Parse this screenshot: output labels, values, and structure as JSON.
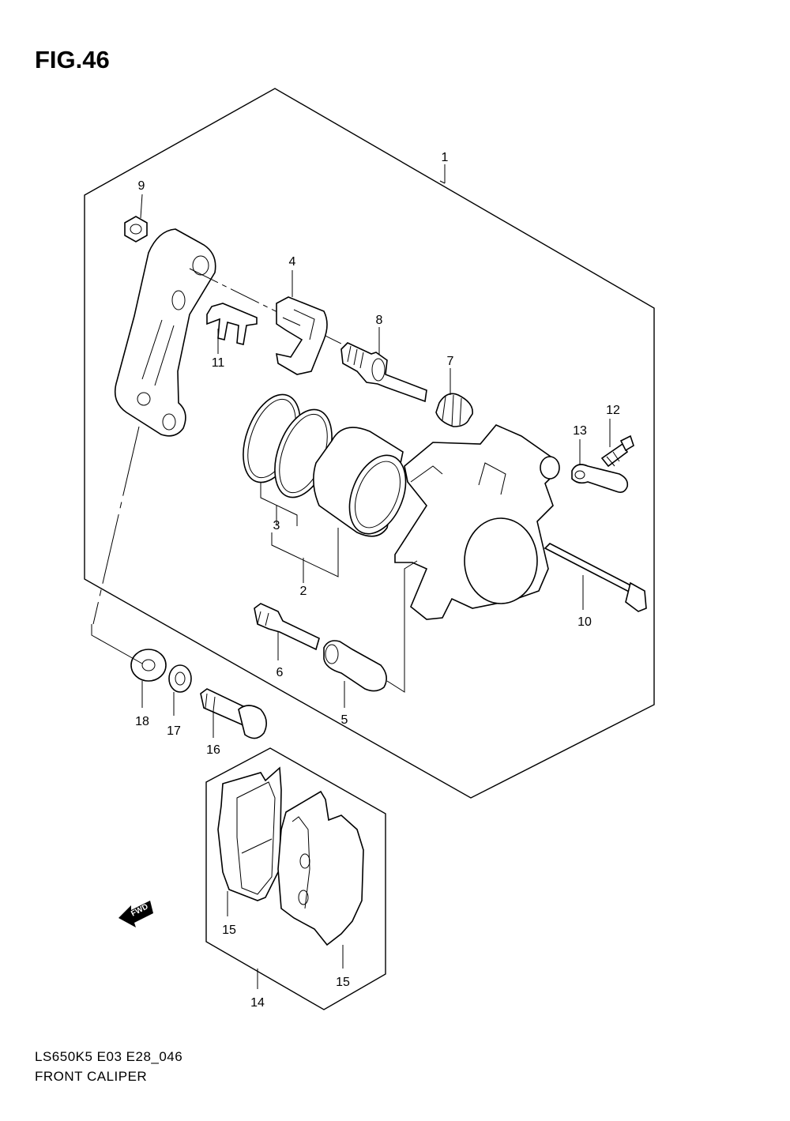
{
  "figure_title": "FIG.46",
  "footer": {
    "code": "LS650K5 E03 E28_046",
    "name": "FRONT CALIPER"
  },
  "fwd_label": "FWD",
  "callouts": {
    "c1": "1",
    "c2": "2",
    "c3": "3",
    "c4": "4",
    "c5": "5",
    "c6": "6",
    "c7": "7",
    "c8": "8",
    "c9": "9",
    "c10": "10",
    "c11": "11",
    "c12": "12",
    "c13": "13",
    "c14": "14",
    "c15a": "15",
    "c15b": "15",
    "c16": "16",
    "c17": "17",
    "c18": "18"
  }
}
